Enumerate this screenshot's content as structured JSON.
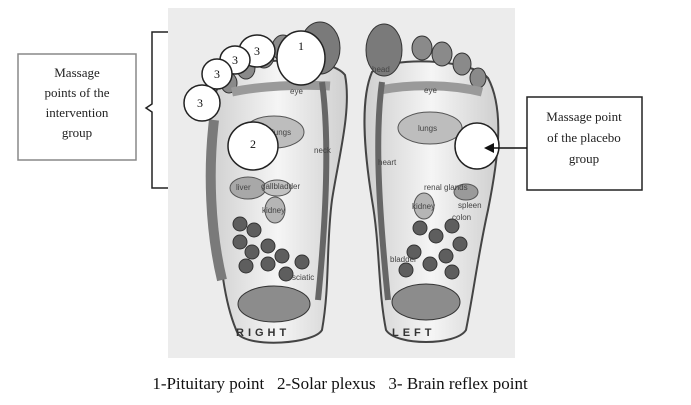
{
  "left_box": {
    "lines": [
      "Massage",
      "points of the",
      "intervention",
      "group"
    ]
  },
  "right_box": {
    "lines": [
      "Massage point",
      "of the placebo",
      "group"
    ]
  },
  "caption": "1-Pituitary point   2-Solar plexus   3- Brain reflex point",
  "markers": {
    "pituitary": "1",
    "solar_plexus": "2",
    "brain": [
      "3",
      "3",
      "3",
      "3"
    ]
  },
  "foot_map_labels": {
    "right_foot": "RIGHT",
    "left_foot": "LEFT",
    "eye_right": "eye",
    "lungs_right": "lungs",
    "neck": "neck",
    "liver": "liver",
    "gallbladder": "gallbladder",
    "kidney_right": "kidney",
    "sciatic_right": "sciatic",
    "head": "head",
    "eye_left": "eye",
    "lungs_left": "lungs",
    "heart": "heart",
    "adrenal_glands": "renal glands",
    "spleen": "spleen",
    "kidney_left": "kidney",
    "colon": "colon",
    "bladder": "bladder"
  },
  "colors": {
    "stroke": "#333333",
    "box_border": "#888888",
    "photo_bg": "#ececec"
  }
}
